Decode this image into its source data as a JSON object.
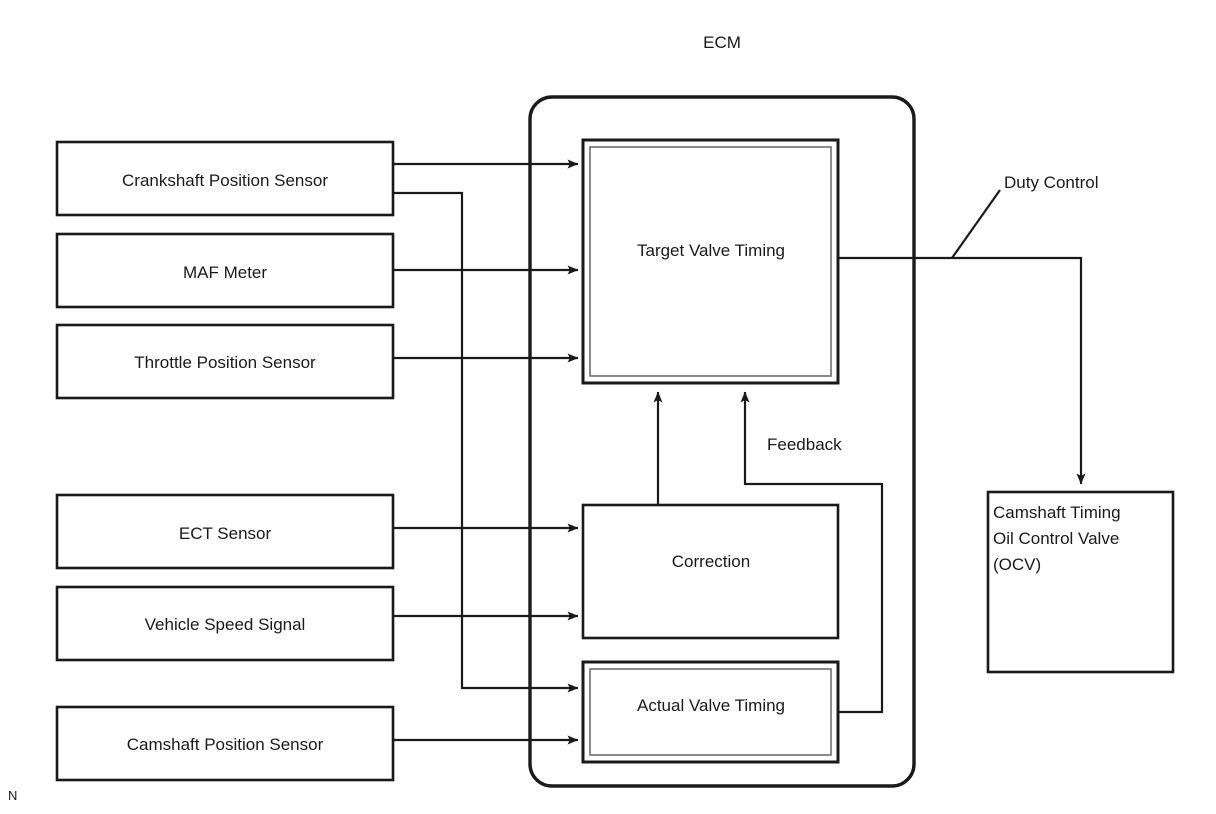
{
  "diagram": {
    "title": "ECM",
    "corner_mark": "N",
    "ecm_label": "ECM",
    "inputs": [
      {
        "id": "crankshaft-position-sensor",
        "label": "Crankshaft Position Sensor"
      },
      {
        "id": "maf-meter",
        "label": "MAF Meter"
      },
      {
        "id": "throttle-position-sensor",
        "label": "Throttle Position Sensor"
      },
      {
        "id": "ect-sensor",
        "label": "ECT Sensor"
      },
      {
        "id": "vehicle-speed-signal",
        "label": "Vehicle Speed Signal"
      },
      {
        "id": "camshaft-position-sensor",
        "label": "Camshaft Position Sensor"
      }
    ],
    "ecm_blocks": [
      {
        "id": "target-valve-timing",
        "label": "Target Valve Timing",
        "border": "double"
      },
      {
        "id": "correction",
        "label": "Correction",
        "border": "single"
      },
      {
        "id": "actual-valve-timing",
        "label": "Actual Valve Timing",
        "border": "double"
      }
    ],
    "output_block": {
      "id": "camshaft-timing-oil-control-valve",
      "lines": [
        "Camshaft Timing",
        "Oil Control Valve",
        "(OCV)"
      ]
    },
    "signal_labels": [
      {
        "id": "duty-control",
        "label": "Duty Control"
      },
      {
        "id": "feedback",
        "label": "Feedback"
      }
    ],
    "colors": {
      "stroke": "#1a1a1a",
      "inner_stroke": "#6e6e6e",
      "background": "#ffffff"
    }
  }
}
